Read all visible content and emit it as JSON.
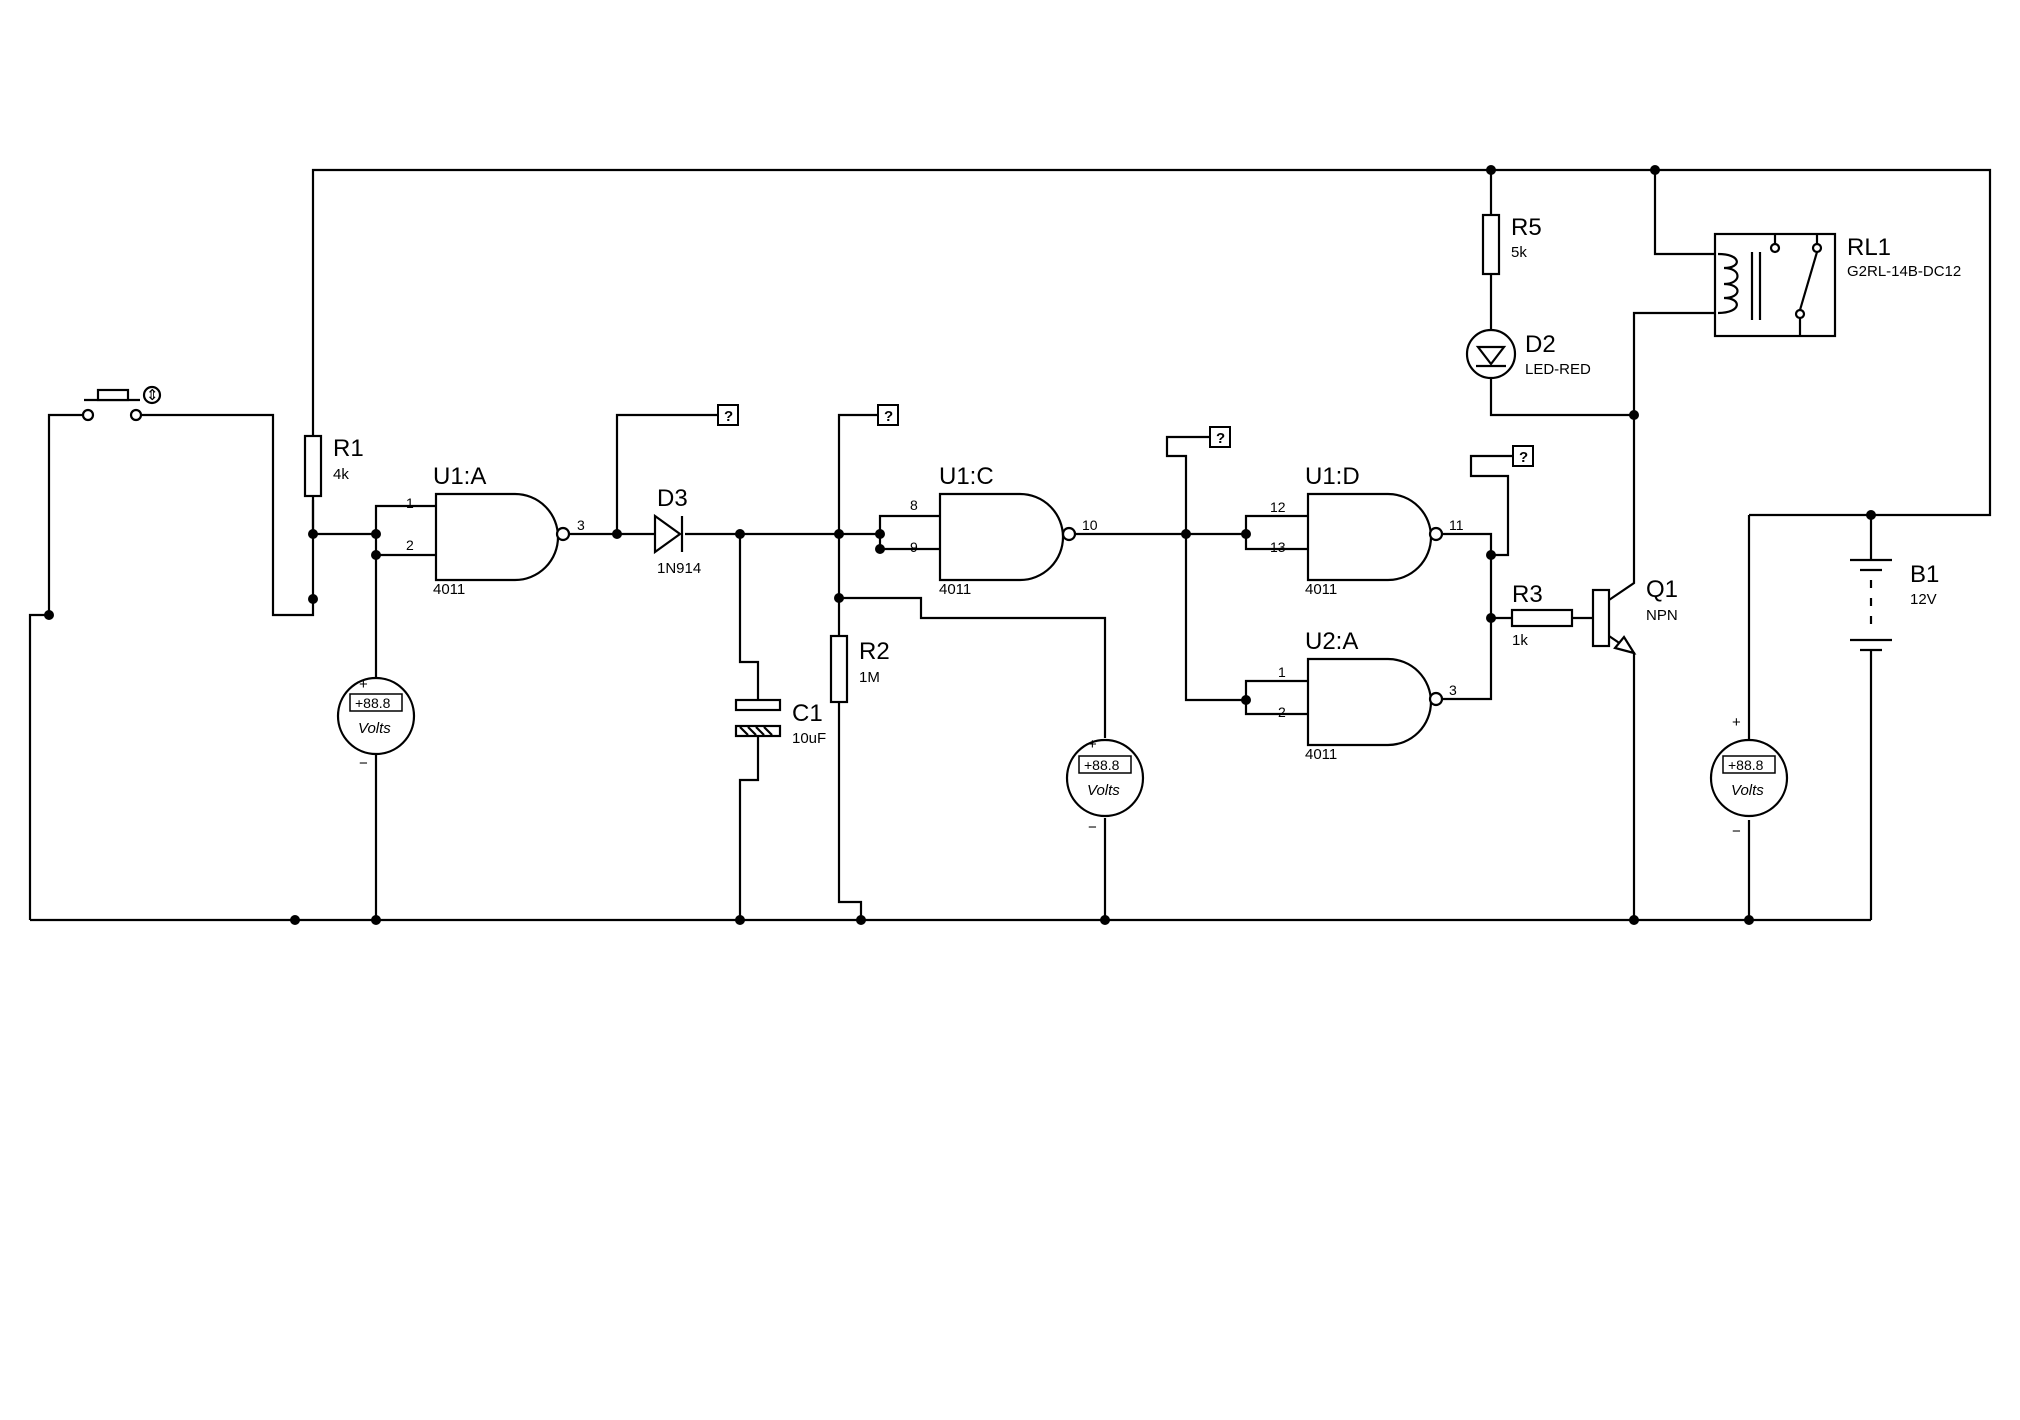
{
  "pushbutton": {
    "glyph": "⇕"
  },
  "components": {
    "r1": {
      "ref": "R1",
      "value": "4k"
    },
    "r2": {
      "ref": "R2",
      "value": "1M"
    },
    "r3": {
      "ref": "R3",
      "value": "1k"
    },
    "r5": {
      "ref": "R5",
      "value": "5k"
    },
    "c1": {
      "ref": "C1",
      "value": "10uF"
    },
    "d2": {
      "ref": "D2",
      "value": "LED-RED"
    },
    "d3": {
      "ref": "D3",
      "value": "1N914"
    },
    "q1": {
      "ref": "Q1",
      "value": "NPN"
    },
    "b1": {
      "ref": "B1",
      "value": "12V"
    },
    "rl1": {
      "ref": "RL1",
      "value": "G2RL-14B-DC12"
    },
    "u1a": {
      "ref": "U1:A",
      "value": "4011",
      "pins": [
        "1",
        "2",
        "3"
      ]
    },
    "u1c": {
      "ref": "U1:C",
      "value": "4011",
      "pins": [
        "8",
        "9",
        "10"
      ]
    },
    "u1d": {
      "ref": "U1:D",
      "value": "4011",
      "pins": [
        "12",
        "13",
        "11"
      ]
    },
    "u2a": {
      "ref": "U2:A",
      "value": "4011",
      "pins": [
        "1",
        "2",
        "3"
      ]
    }
  },
  "voltmeters": [
    {
      "reading": "+88.8",
      "unit": "Volts",
      "plus": "+",
      "minus": "−"
    },
    {
      "reading": "+88.8",
      "unit": "Volts",
      "plus": "+",
      "minus": "−"
    },
    {
      "reading": "+88.8",
      "unit": "Volts",
      "plus": "+",
      "minus": "−"
    }
  ],
  "probes": [
    "?",
    "?",
    "?",
    "?"
  ]
}
